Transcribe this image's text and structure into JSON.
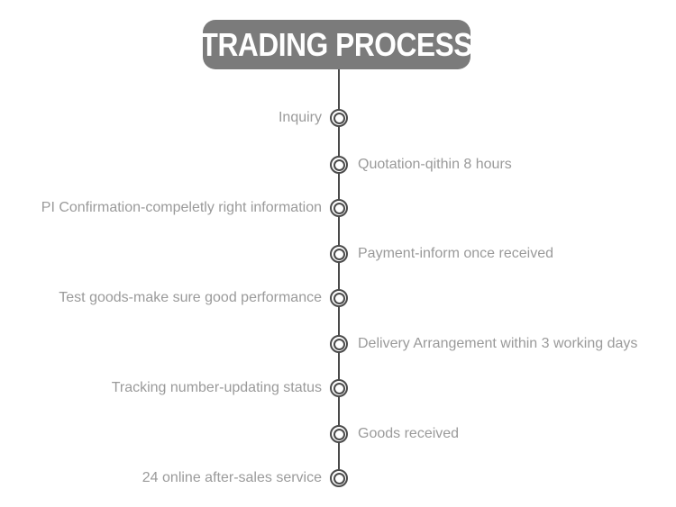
{
  "title": "TRADING PROCESS",
  "steps": [
    {
      "label": "Inquiry",
      "side": "left"
    },
    {
      "label": "Quotation-qithin 8 hours",
      "side": "right"
    },
    {
      "label": "PI Confirmation-compeletly right information",
      "side": "left"
    },
    {
      "label": "Payment-inform once received",
      "side": "right"
    },
    {
      "label": "Test goods-make sure good performance",
      "side": "left"
    },
    {
      "label": "Delivery Arrangement within 3 working days",
      "side": "right"
    },
    {
      "label": "Tracking number-updating status",
      "side": "left"
    },
    {
      "label": "Goods received",
      "side": "right"
    },
    {
      "label": "24 online after-sales service",
      "side": "left"
    }
  ],
  "colors": {
    "title_bg": "#7b7b7b",
    "title_text": "#ffffff",
    "line": "#4a4a4a",
    "circle_ring": "#4a4a4a",
    "label_text": "#9a9a9a",
    "background": "#ffffff"
  }
}
